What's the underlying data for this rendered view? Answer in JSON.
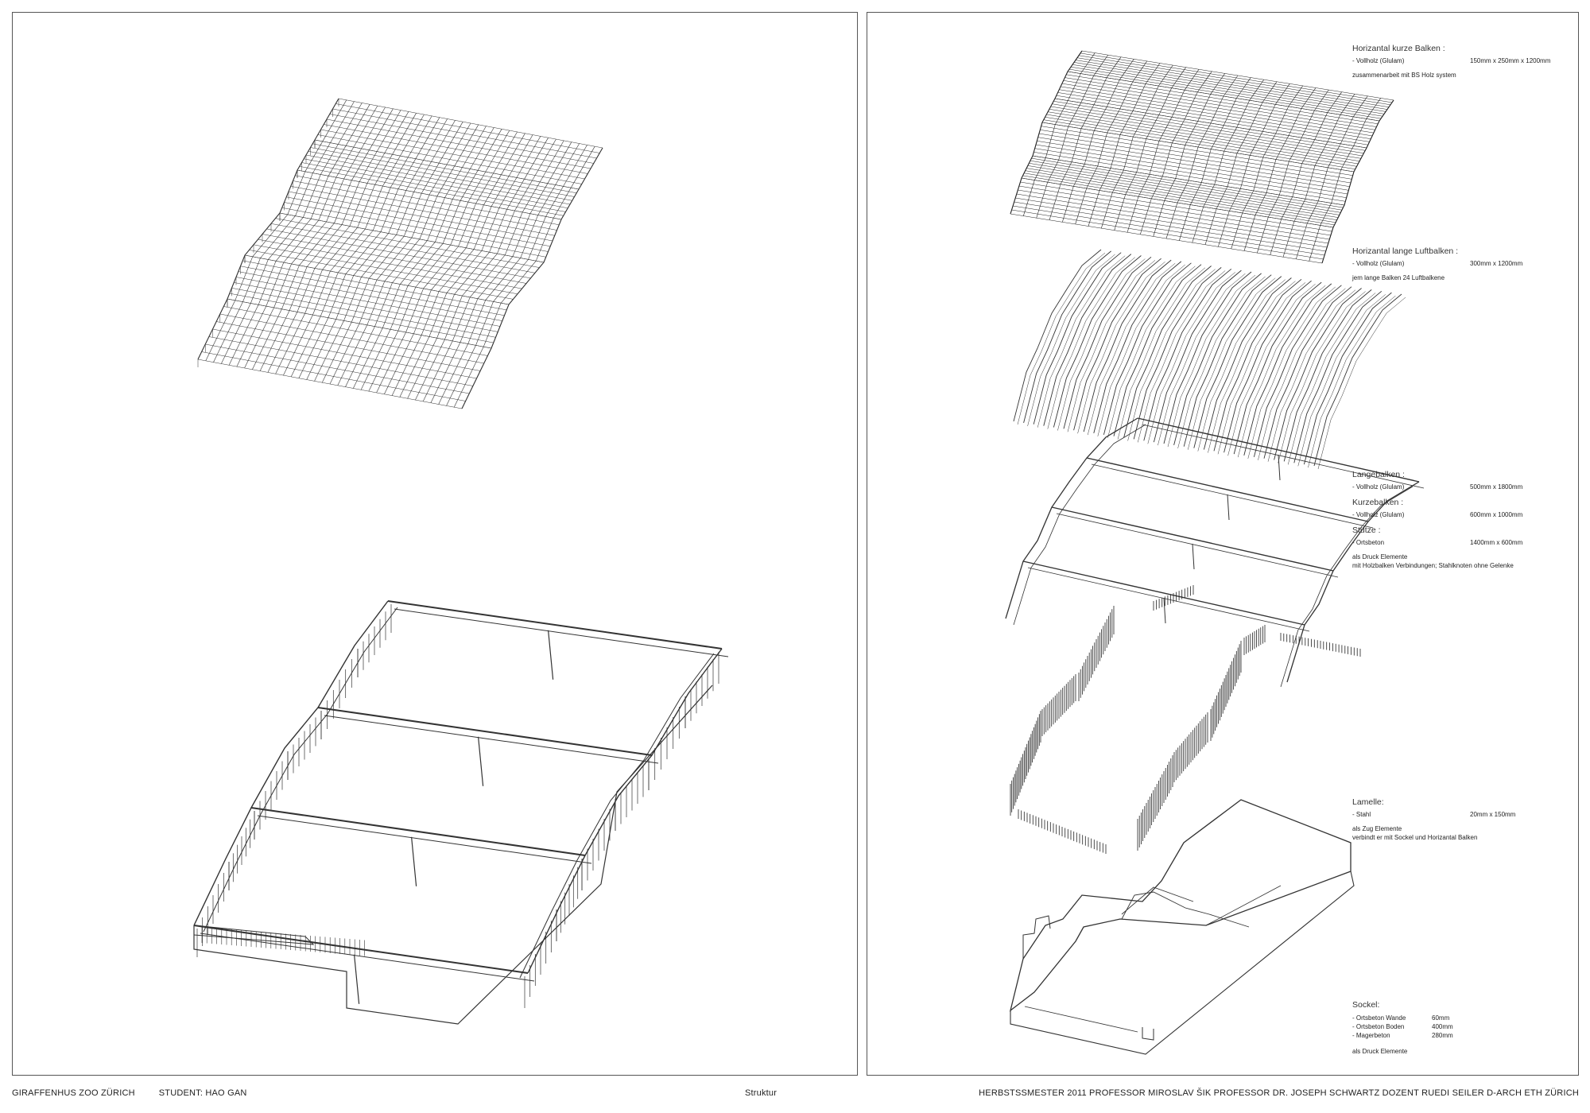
{
  "footer": {
    "project": "GIRAFFENHUS  ZOO  ZÜRICH",
    "student": "STUDENT:  HAO GAN",
    "sheet": "Struktur",
    "credits": "HERBSTSSMESTER  2011  PROFESSOR  MIROSLAV ŠIK   PROFESSOR  DR.  JOSEPH SCHWARTZ   DOZENT  RUEDI SEILER  D-ARCH  ETH ZÜRICH"
  },
  "legend": {
    "beams_short": {
      "title": "Horizantal kurze Balken :",
      "line1_label": "- Vollholz  (Glulam)",
      "line1_value": "150mm x 250mm x 1200mm",
      "note": "zusammenarbeit mit BS Holz system"
    },
    "beams_long": {
      "title": "Horizantal lange Luftbalken :",
      "line1_label": "- Vollholz  (Glulam)",
      "line1_value": "300mm x 1200mm",
      "note": "jem lange Balken 24 Luftbalkene"
    },
    "frame": {
      "title_long": "Langebalken :",
      "long_label": "- Vollholz  (Glulam)",
      "long_value": "500mm x 1800mm",
      "title_short": "Kurzebalken :",
      "short_label": "- Vollholz  (Glulam)",
      "short_value": "600mm x 1000mm",
      "title_support": "Stütze :",
      "support_label": "- Ortsbeton",
      "support_value": "1400mm x 600mm",
      "note1": "als Druck Elemente",
      "note2": "mit Holzbalken Verbindungen; Stahlknoten ohne Gelenke"
    },
    "lamella": {
      "title": "Lamelle:",
      "label": "- Stahl",
      "value": "20mm x 150mm",
      "note1": "als Zug Elemente",
      "note2": "verbindt er mit Sockel und Horizantal Balken"
    },
    "base": {
      "title": "Sockel:",
      "row1_label": "- Ortsbeton Wande",
      "row1_value": "60mm",
      "row2_label": "- Ortsbeton Boden",
      "row2_value": "400mm",
      "row3_label": "- Magerbeton",
      "row3_value": "280mm",
      "note": "als Druck Elemente"
    }
  }
}
